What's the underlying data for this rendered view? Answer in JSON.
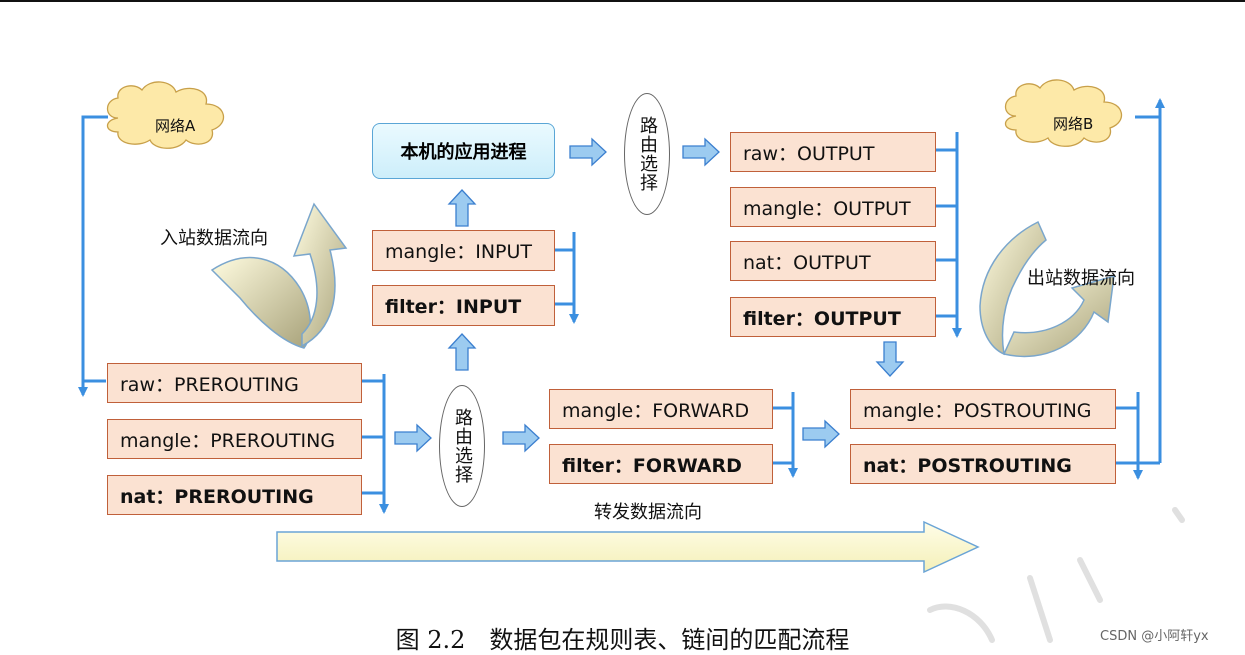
{
  "app_box": "本机的应用进程",
  "clouds": {
    "a": "网络A",
    "b": "网络B"
  },
  "route_label": "路由选择",
  "prerouting": [
    "raw：PREROUTING",
    "mangle：PREROUTING",
    "nat：PREROUTING"
  ],
  "input": [
    "mangle：INPUT",
    "filter：INPUT"
  ],
  "output": [
    "raw：OUTPUT",
    "mangle：OUTPUT",
    "nat：OUTPUT",
    "filter：OUTPUT"
  ],
  "forward": [
    "mangle：FORWARD",
    "filter：FORWARD"
  ],
  "postrouting": [
    "mangle：POSTROUTING",
    "nat：POSTROUTING"
  ],
  "flow_labels": {
    "inbound": "入站数据流向",
    "outbound": "出站数据流向",
    "forward": "转发数据流向"
  },
  "caption": "图 2.2　数据包在规则表、链间的匹配流程",
  "watermark": "CSDN @小阿轩yx",
  "colors": {
    "box_fill": "#fbe2d2",
    "box_border": "#c0603a",
    "line": "#3b8fe0",
    "flow_arrow": "#fdfbd2"
  }
}
